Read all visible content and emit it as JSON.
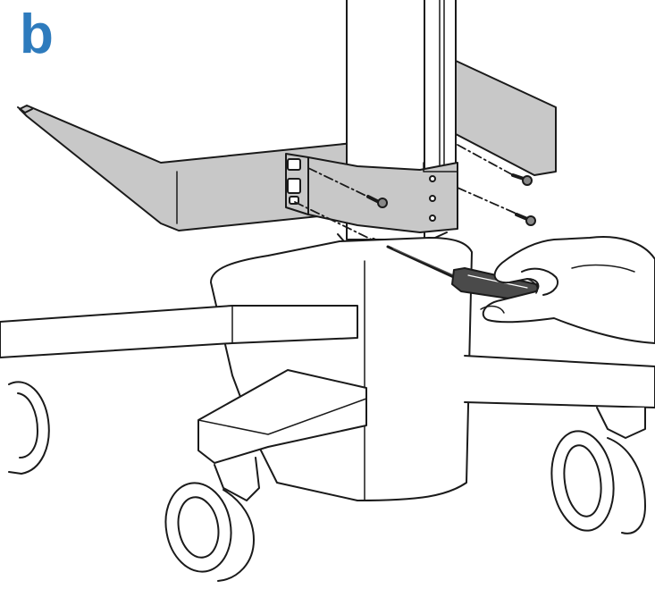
{
  "figure": {
    "step_label": "b",
    "step_label_color": "#2e7bbd",
    "line_color": "#1a1a1a",
    "bracket_fill": "#c8c8c8",
    "part_fill": "#ffffff",
    "icons": [
      "cart-base-illustration",
      "mounting-bracket",
      "screw-icon",
      "screwdriver-icon",
      "hand-icon",
      "caster-wheel-icon"
    ]
  }
}
